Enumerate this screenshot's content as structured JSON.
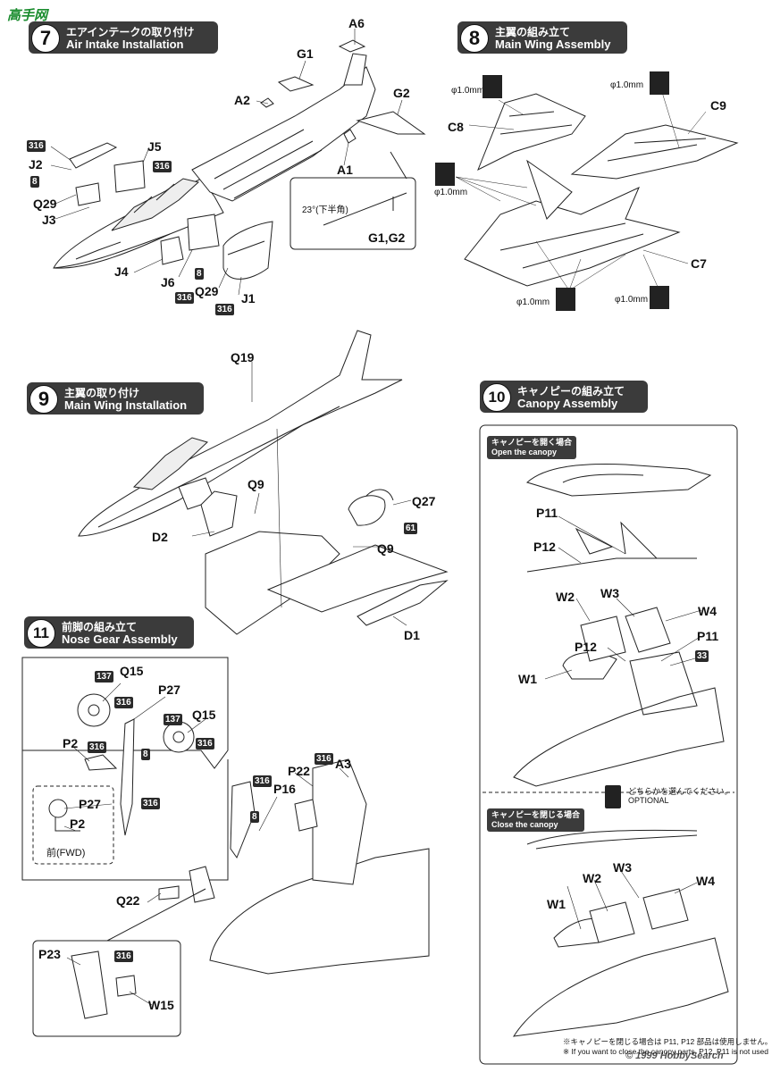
{
  "watermark_top": "高手网",
  "watermark_bottom": "© 1999 HobbySearch",
  "steps": {
    "s7": {
      "num": "7",
      "jp": "エアインテークの取り付け",
      "en": "Air Intake Installation"
    },
    "s8": {
      "num": "8",
      "jp": "主翼の組み立て",
      "en": "Main Wing Assembly"
    },
    "s9": {
      "num": "9",
      "jp": "主翼の取り付け",
      "en": "Main Wing Installation"
    },
    "s10": {
      "num": "10",
      "jp": "キャノピーの組み立て",
      "en": "Canopy Assembly"
    },
    "s11": {
      "num": "11",
      "jp": "前脚の組み立て",
      "en": "Nose Gear Assembly"
    }
  },
  "step7": {
    "parts": {
      "A6": "A6",
      "G1": "G1",
      "A2": "A2",
      "G2": "G2",
      "A1": "A1",
      "J5": "J5",
      "J2": "J2",
      "Q29a": "Q29",
      "J3": "J3",
      "J4": "J4",
      "J6": "J6",
      "Q29b": "Q29",
      "J1": "J1"
    },
    "paints": {
      "p316a": "316",
      "p316b": "316",
      "p8a": "8",
      "p8b": "8",
      "p316c": "316",
      "p316d": "316"
    },
    "inset_angle": "23°(下半角)",
    "inset_parts": "G1,G2"
  },
  "step8": {
    "parts": {
      "C8": "C8",
      "C9": "C9",
      "C7": "C7"
    },
    "drill": {
      "d1": "φ1.0mm",
      "d2": "φ1.0mm",
      "d3": "φ1.0mm",
      "d4": "φ1.0mm",
      "d5": "φ1.0mm"
    }
  },
  "step9": {
    "parts": {
      "Q19": "Q19",
      "Q9a": "Q9",
      "Q27": "Q27",
      "D2": "D2",
      "Q9b": "Q9",
      "D1": "D1"
    },
    "paints": {
      "p61": "61"
    }
  },
  "step10": {
    "open_jp": "キャノピーを開く場合",
    "open_en": "Open the canopy",
    "close_jp": "キャノピーを閉じる場合",
    "close_en": "Close the canopy",
    "choose_jp": "どちらかを選んでください。",
    "choose_en": "OPTIONAL",
    "parts": {
      "P11a": "P11",
      "P12a": "P12",
      "W2a": "W2",
      "W3a": "W3",
      "W4a": "W4",
      "P12b": "P12",
      "P11b": "P11",
      "W1a": "W1",
      "W2b": "W2",
      "W3b": "W3",
      "W4b": "W4",
      "W1b": "W1"
    },
    "paints": {
      "p33": "33"
    },
    "note_jp": "※キャノピーを閉じる場合は P11, P12 部品は使用しません。",
    "note_en": "※ If you want to close the canopy parts, P12, P11 is not used"
  },
  "step11": {
    "parts": {
      "Q15a": "Q15",
      "P27a": "P27",
      "Q15b": "Q15",
      "P2a": "P2",
      "P27b": "P27",
      "P2b": "P2",
      "P22": "P22",
      "A3": "A3",
      "P16": "P16",
      "Q22": "Q22",
      "P23": "P23",
      "W15": "W15"
    },
    "paints": {
      "p137a": "137",
      "p316a": "316",
      "p137b": "137",
      "p316b": "316",
      "p316c": "316",
      "p8": "8",
      "p316d": "316",
      "p316e": "316",
      "p316f": "316",
      "p8b": "8",
      "p316g": "316"
    },
    "fwd": "前(FWD)"
  }
}
